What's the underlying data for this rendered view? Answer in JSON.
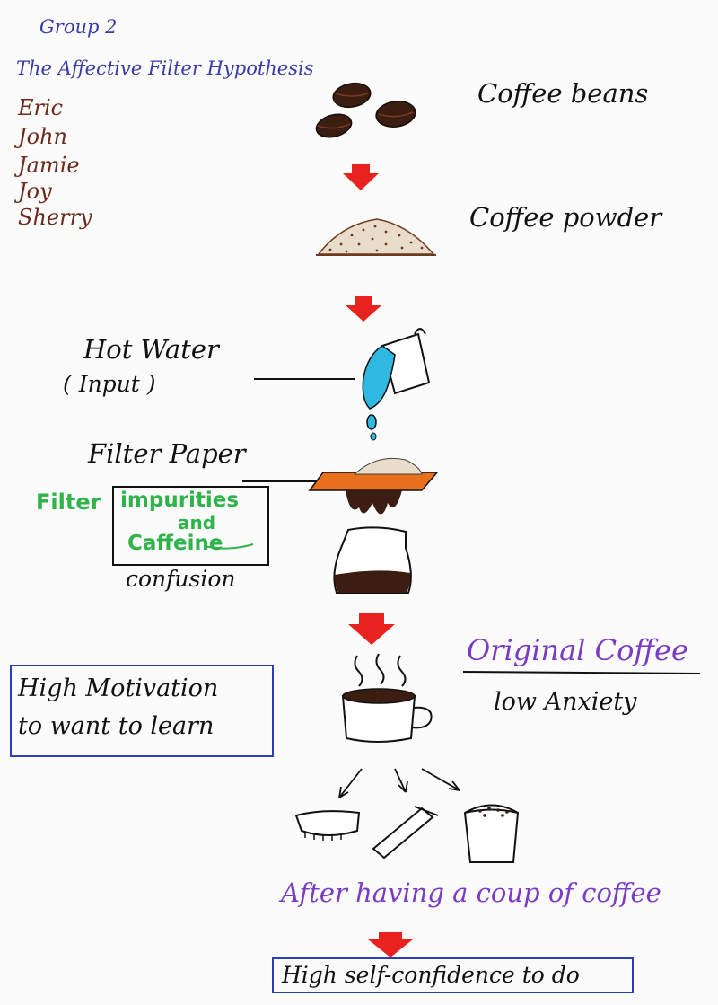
{
  "header": {
    "group": "Group 2",
    "title": "The Affective Filter Hypothesis"
  },
  "members": [
    "Eric",
    "John",
    "Jamie",
    "Joy",
    "Sherry"
  ],
  "steps": {
    "beans": "Coffee beans",
    "powder": "Coffee powder",
    "water": "Hot Water",
    "water_note": "( Input )",
    "filter_paper": "Filter Paper"
  },
  "filter_box": {
    "label": "Filter",
    "line1": "impurities",
    "line2": "and",
    "line3": "Caffeine",
    "below": "confusion"
  },
  "original": {
    "title": "Original Coffee",
    "note": "low Anxiety"
  },
  "motivation": {
    "line1": "High Motivation",
    "line2": "to want to learn"
  },
  "after": "After having a coup of coffee",
  "result": "High self-confidence to do",
  "colors": {
    "arrow": "#e8231f",
    "blue_box": "#2a3fb8",
    "green": "#2fb34a",
    "purple": "#7a3cc4",
    "member_brown": "#6b2a1c",
    "water": "#2fb8e0",
    "filter_orange": "#e8701c"
  }
}
